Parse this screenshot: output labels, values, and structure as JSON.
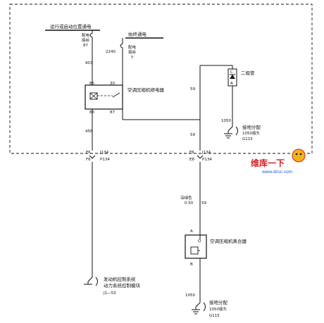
{
  "power_labels": {
    "run_start": "运行或启动位置通电",
    "always_hot": "始终通电"
  },
  "fuses": {
    "f87_l1": "配电",
    "f87_l2": "熔丝",
    "f87_id": "87",
    "fy_l1": "配电",
    "fy_l2": "熔丝",
    "fy_id": "Y"
  },
  "wire_ids": {
    "w903": "903",
    "w2240": "2240",
    "w59a": "59",
    "w59b": "59",
    "w458": "458",
    "w1050a": "1050",
    "w1050b": "1050"
  },
  "relay": {
    "label": "空调压缩机继电器",
    "pin85": "85",
    "pin30": "30",
    "pin86": "86",
    "pin87": "87"
  },
  "diode": {
    "label": "二极管",
    "pin_c": "C",
    "pin_a": "A"
  },
  "ground_top": {
    "l1": "接地分配",
    "l2": "1050接头",
    "l3": "G115"
  },
  "connectors": {
    "left_f6": "F6",
    "left_j134": "J134",
    "left_f6b": "F6",
    "left_p134": "P134",
    "right_f6": "F6",
    "right_j134": "J134",
    "right_e8": "E8",
    "right_p134": "P134"
  },
  "wire_color": {
    "name": "深绿色",
    "gauge": "0.50",
    "circuit": "59"
  },
  "clutch": {
    "label": "空调压缩机离合器",
    "pin_a": "A",
    "pin_b": "B"
  },
  "ecm": {
    "l1": "发动机控制系统",
    "l2": "动力系统控制模块",
    "l3": "J1—53"
  },
  "ground_bottom": {
    "l1": "接地分配",
    "l2": "1050接头",
    "l3": "G115"
  },
  "watermark": {
    "brand": "维库一下",
    "url": "www.dzsc.com"
  },
  "colors": {
    "line": "#111111",
    "watermark_red": "#d61f26",
    "watermark_blue": "#1f57c9"
  }
}
